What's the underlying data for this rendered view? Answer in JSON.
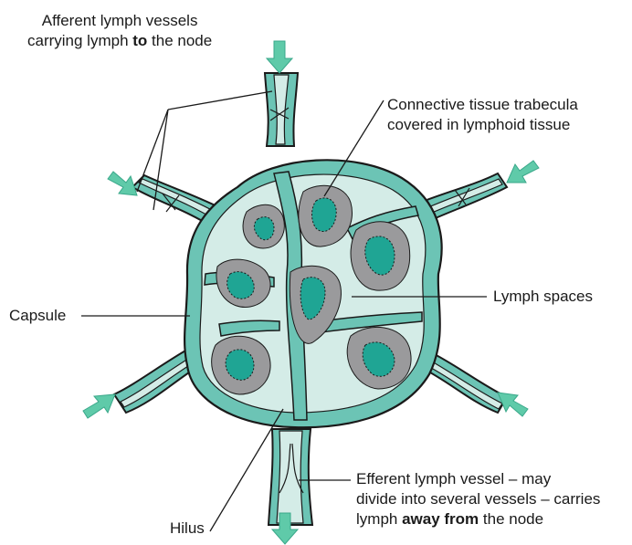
{
  "labels": {
    "afferent": {
      "line1": "Afferent lymph vessels",
      "line2_pre": "carrying lymph ",
      "line2_bold": "to",
      "line2_post": " the node"
    },
    "trabecula": {
      "line1": "Connective tissue trabecula",
      "line2": "covered in lymphoid tissue"
    },
    "lymph_spaces": "Lymph spaces",
    "capsule": "Capsule",
    "hilus": "Hilus",
    "efferent": {
      "line1": "Efferent lymph vessel – may",
      "line2": "divide into several vessels – carries",
      "line3_pre": "lymph ",
      "line3_bold": "away from",
      "line3_post": " the node"
    }
  },
  "colors": {
    "capsule": "#6cc4b5",
    "lymph_space": "#d4ece7",
    "lymphoid_tissue": "#9a9a9c",
    "germinal_center": "#1fa594",
    "arrow": "#5fcaa9",
    "outline": "#1a1a1a"
  }
}
